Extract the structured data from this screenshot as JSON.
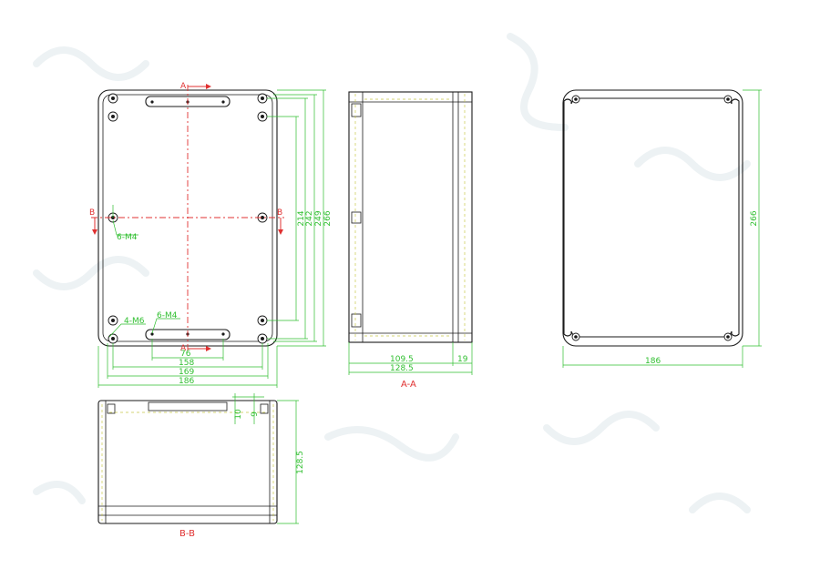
{
  "front_view": {
    "section_marks": {
      "a_top": "A",
      "a_bottom": "A",
      "b_left": "B",
      "b_right": "B"
    },
    "hole_label_center": "6-M4",
    "hole_label_bottom_left": "4-M6",
    "hole_label_bottom": "6-M4",
    "horizontal_dims": [
      "76",
      "158",
      "169",
      "186"
    ],
    "vertical_dims": [
      "214",
      "242",
      "249",
      "266"
    ]
  },
  "section_aa": {
    "dims": [
      "109.5",
      "19",
      "128.5"
    ],
    "caption": "A-A"
  },
  "back_view": {
    "width": "186",
    "height": "266"
  },
  "section_bb": {
    "dims": [
      "10",
      "9"
    ],
    "height": "128.5",
    "caption": "B-B"
  },
  "colors": {
    "outline": "#1a1a1a",
    "dimension": "#2fbf2f",
    "centerline": "#e03030",
    "hidden": "#c9c94a"
  }
}
